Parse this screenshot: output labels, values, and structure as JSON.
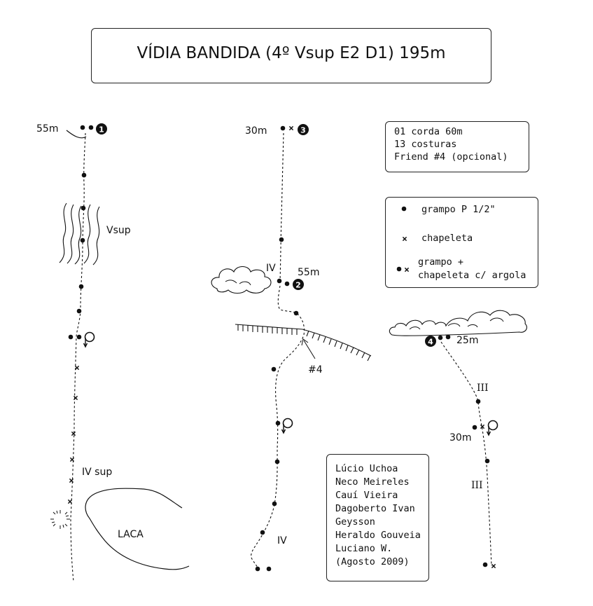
{
  "title": "VÍDIA BANDIDA (4º Vsup E2 D1) 195m",
  "equipment": [
    "01 corda 60m",
    "13 costuras",
    "Friend #4 (opcional)"
  ],
  "legend": {
    "grampo": "grampo P 1/2\"",
    "chapeleta": "chapeleta",
    "combo_line1": "grampo +",
    "combo_line2": "chapeleta c/ argola"
  },
  "credits": [
    "Lúcio Uchoa",
    "Neco Meireles",
    "Cauí Vieira",
    "Dagoberto Ivan",
    "Geysson",
    "Heraldo Gouveia",
    "Luciano W.",
    "(Agosto 2009)"
  ],
  "pitches": {
    "p1": {
      "number": "1",
      "length": "55m",
      "grade_main": "Vsup",
      "grade_lower": "IV sup",
      "feature": "LACA"
    },
    "p2": {
      "number": "2",
      "length": "55m",
      "grade_upper": "IV",
      "grade_lower": "IV",
      "gear": "#4"
    },
    "p3": {
      "number": "3",
      "length": "30m"
    },
    "p4": {
      "number": "4",
      "length": "25m",
      "grade_upper": "III",
      "intermediate": "30m",
      "grade_lower": "III"
    }
  }
}
